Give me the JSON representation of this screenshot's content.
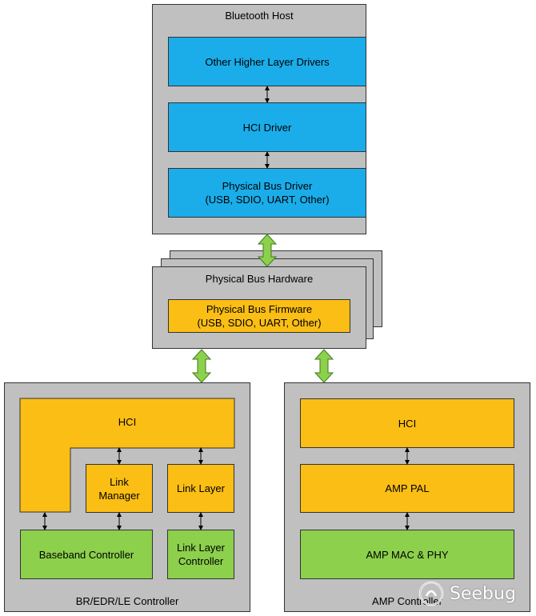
{
  "colors": {
    "container": "#c0c0c0",
    "host_layer": "#1aadea",
    "controller_layer": "#fbbe14",
    "hardware_layer": "#8cd04c",
    "bus_arrow": "#8cd04c"
  },
  "host": {
    "title": "Bluetooth Host",
    "other_drivers": "Other Higher Layer Drivers",
    "hci_driver": "HCI Driver",
    "bus_driver": "Physical Bus Driver\n(USB, SDIO, UART, Other)"
  },
  "bus_hardware": {
    "title": "Physical Bus Hardware",
    "firmware": "Physical Bus Firmware\n(USB, SDIO, UART, Other)"
  },
  "bredr": {
    "title": "BR/EDR/LE Controller",
    "hci": "HCI",
    "link_manager": "Link\nManager",
    "link_layer": "Link Layer",
    "baseband": "Baseband Controller",
    "link_layer_controller": "Link Layer\nController"
  },
  "amp": {
    "title": "AMP Controller",
    "hci": "HCI",
    "pal": "AMP PAL",
    "mac_phy": "AMP MAC & PHY"
  },
  "watermark": {
    "text": "Seebug",
    "icon": "seebug-logo-icon"
  }
}
